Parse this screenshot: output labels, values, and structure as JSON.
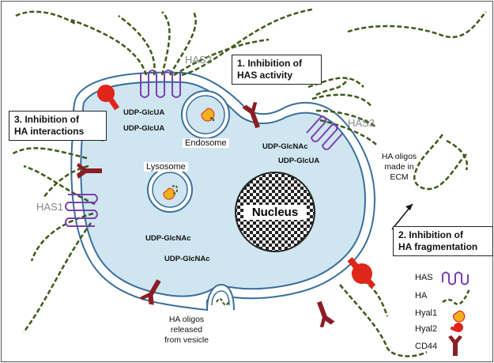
{
  "labels": {
    "has2": "HAS2",
    "has3": "HAS3",
    "has1": "HAS1",
    "endosome": "Endosome",
    "lysosome": "Lysosome",
    "nucleus": "Nucleus",
    "ha_oligos_ecm": "HA oligos\nmade in\nECM",
    "ha_oligos_vesicle": "HA oligos\nreleased\nfrom vesicle"
  },
  "callouts": {
    "c1": "1.   Inhibition of\nHAS activity",
    "c2": "2. Inhibition of\nHA fragmentation",
    "c3": "3. Inhibition of\nHA interactions"
  },
  "sugars": {
    "s1": "UDP-GlcUA",
    "s2": "UDP-GlcUA",
    "s3": "UDP-GlcNAc",
    "s4": "UDP-GlcUA",
    "s5": "UDP-GlcNAc",
    "s6": "UDP-GlcNAc"
  },
  "legend": {
    "has": "HAS",
    "ha": "HA",
    "hyal1": "Hyal1",
    "hyal2": "Hyal2",
    "cd44": "CD44"
  },
  "colors": {
    "cytoplasm": "#cfe6f1",
    "membrane": "#3a6f9c",
    "has": "#7b3fb0",
    "ha": "#3d5a1a",
    "hyal1_body": "#f2b11c",
    "hyal1_core": "#e0251b",
    "hyal2": "#e0251b",
    "cd44": "#8b1e24"
  }
}
